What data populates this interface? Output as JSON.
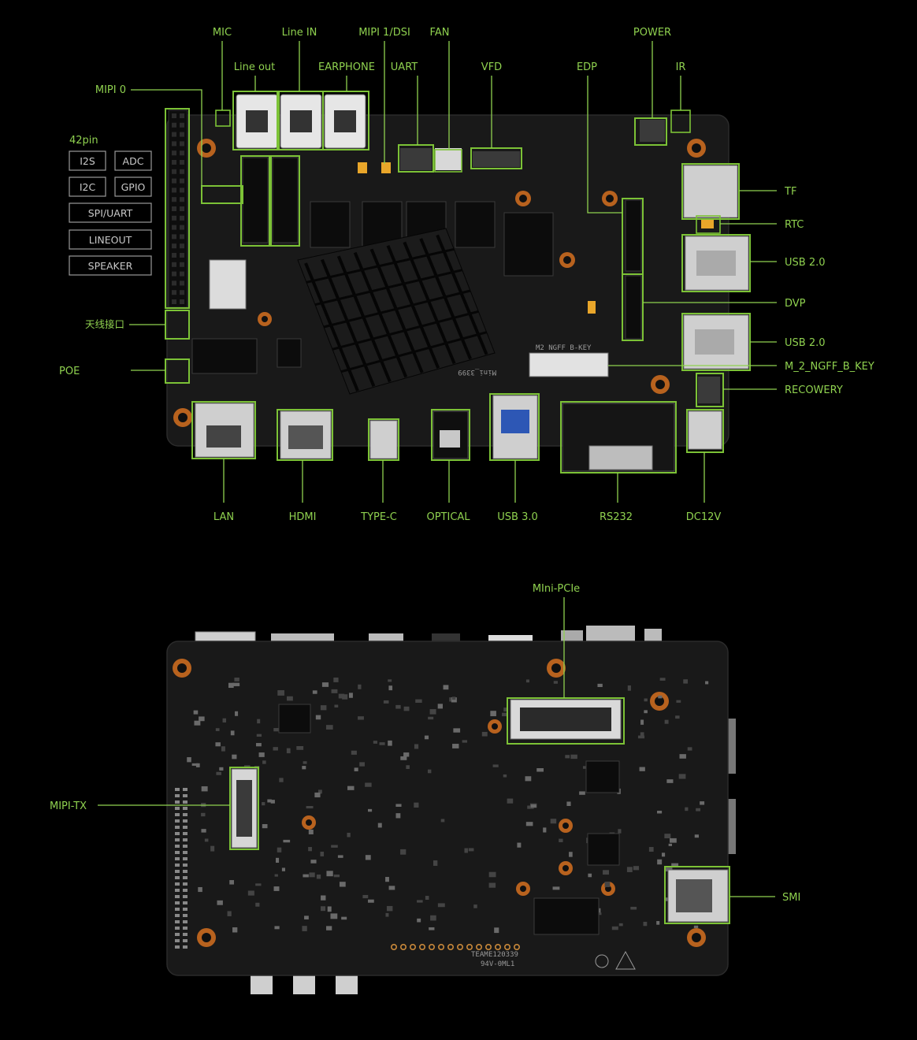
{
  "top_view": {
    "labels": {
      "mic": "MIC",
      "line_in": "Line IN",
      "mipi_1_dsi": "MIPI 1/DSI",
      "fan": "FAN",
      "power": "POWER",
      "line_out": "Line out",
      "earphone": "EARPHONE",
      "uart": "UART",
      "vfd": "VFD",
      "edp": "EDP",
      "ir": "IR",
      "mipi_0": "MIPI 0",
      "pin42": "42pin",
      "antenna": "天线接口",
      "poe": "POE",
      "tf": "TF",
      "rtc": "RTC",
      "usb20_a": "USB 2.0",
      "dvp": "DVP",
      "usb20_b": "USB 2.0",
      "m2": "M_2_NGFF_B_KEY",
      "recovery": "RECOWERY",
      "lan": "LAN",
      "hdmi": "HDMI",
      "typec": "TYPE-C",
      "optical": "OPTICAL",
      "usb30": "USB 3.0",
      "rs232": "RS232",
      "dc12v": "DC12V"
    },
    "pin_functions": {
      "i2s": "I2S",
      "adc": "ADC",
      "i2c": "I2C",
      "gpio": "GPIO",
      "spi_uart": "SPI/UART",
      "lineout": "LINEOUT",
      "speaker": "SPEAKER"
    },
    "silkscreen": {
      "board_name": "Mini_3399"
    }
  },
  "bottom_view": {
    "labels": {
      "mini_pcie": "MIni-PCIe",
      "mipi_tx": "MIPI-TX",
      "smi": "SMI"
    },
    "silkscreen": {
      "team": "TEAM",
      "code": "E120339",
      "ul": "94V-0ML1"
    }
  },
  "colors": {
    "accent": "#8fd14f",
    "background": "#000000",
    "pcb": "#191919",
    "mount_hole": "#b8621e"
  }
}
